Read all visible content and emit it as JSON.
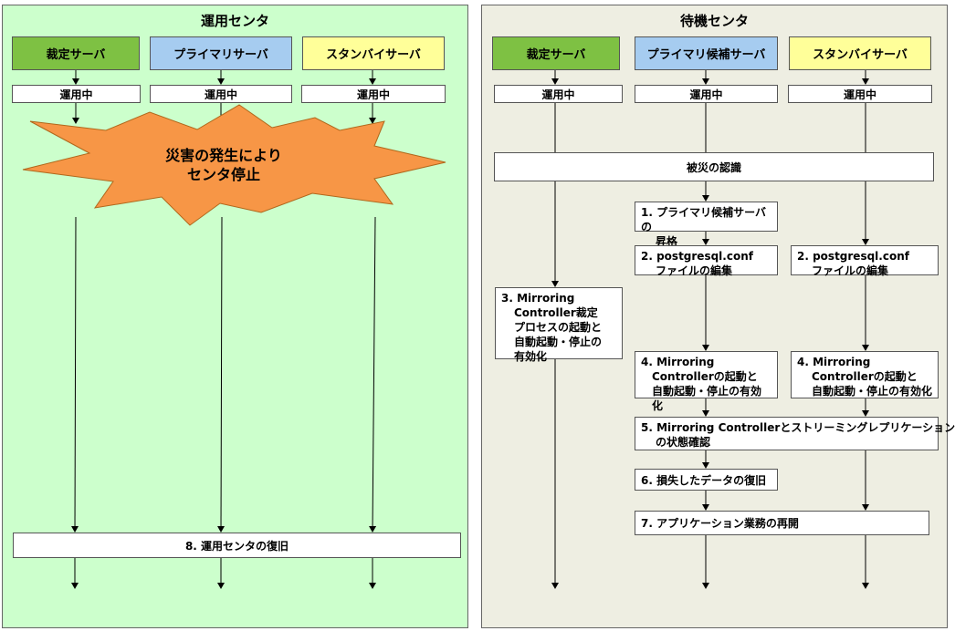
{
  "left": {
    "title": "運用センタ",
    "servers": [
      "裁定サーバ",
      "プライマリサーバ",
      "スタンバイサーバ"
    ],
    "status": "運用中",
    "disaster_text": [
      "災害の発生により",
      "センタ停止"
    ],
    "restore_step": "8. 運用センタの復旧"
  },
  "right": {
    "title": "待機センタ",
    "servers": [
      "裁定サーバ",
      "プライマリ候補サーバ",
      "スタンバイサーバ"
    ],
    "status": "運用中",
    "recognize": "被災の認識",
    "step1": [
      "1. プライマリ候補サーバの",
      "昇格"
    ],
    "step2_primary": [
      "2. postgresql.conf",
      "ファイルの編集"
    ],
    "step2_standby": [
      "2. postgresql.conf",
      "ファイルの編集"
    ],
    "step3": [
      "3. Mirroring",
      "Controller裁定",
      "プロセスの起動と",
      "自動起動・停止の",
      "有効化"
    ],
    "step4_primary": [
      "4. Mirroring",
      "Controllerの起動と",
      "自動起動・停止の有効化"
    ],
    "step4_standby": [
      "4. Mirroring",
      "Controllerの起動と",
      "自動起動・停止の有効化"
    ],
    "step5": [
      "5. Mirroring Controllerとストリーミングレプリケーション",
      "の状態確認"
    ],
    "step6": "6. 損失したデータの復旧",
    "step7": "7. アプリケーション業務の再開"
  },
  "colors": {
    "left_bg": "#ccffcc",
    "right_bg": "#eeeee2",
    "arbiter": "#7ec143",
    "primary": "#a6ccf0",
    "standby": "#ffff99",
    "burst": "#f79646"
  }
}
